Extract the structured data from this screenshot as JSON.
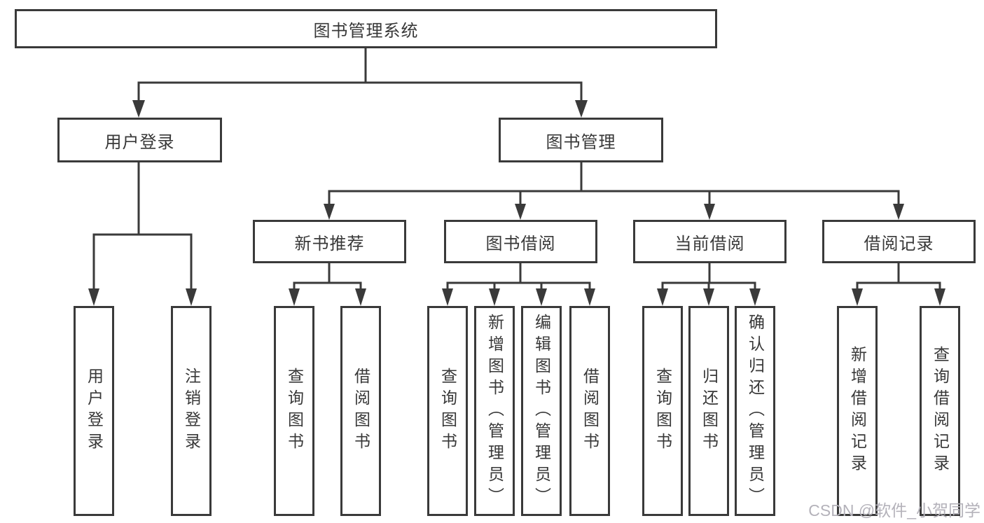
{
  "diagram": {
    "type": "hierarchy",
    "root": {
      "label": "图书管理系统"
    },
    "level2": [
      {
        "label": "用户登录"
      },
      {
        "label": "图书管理"
      }
    ],
    "level3": [
      {
        "label": "新书推荐",
        "parent": "图书管理"
      },
      {
        "label": "图书借阅",
        "parent": "图书管理"
      },
      {
        "label": "当前借阅",
        "parent": "图书管理"
      },
      {
        "label": "借阅记录",
        "parent": "图书管理"
      }
    ],
    "leaves": [
      {
        "label": "用户登录",
        "parent": "用户登录"
      },
      {
        "label": "注销登录",
        "parent": "用户登录"
      },
      {
        "label": "查询图书",
        "parent": "新书推荐"
      },
      {
        "label": "借阅图书",
        "parent": "新书推荐"
      },
      {
        "label": "查询图书",
        "parent": "图书借阅"
      },
      {
        "label": "新增图书（管理员）",
        "parent": "图书借阅"
      },
      {
        "label": "编辑图书（管理员）",
        "parent": "图书借阅"
      },
      {
        "label": "借阅图书",
        "parent": "图书借阅"
      },
      {
        "label": "查询图书",
        "parent": "当前借阅"
      },
      {
        "label": "归还图书",
        "parent": "当前借阅"
      },
      {
        "label": "确认归还（管理员）",
        "parent": "当前借阅"
      },
      {
        "label": "新增借阅记录",
        "parent": "借阅记录"
      },
      {
        "label": "查询借阅记录",
        "parent": "借阅记录"
      }
    ]
  },
  "watermark": {
    "text": "CSDN @软件_小贺同学",
    "color": "#b4b2ba"
  },
  "colors": {
    "line": "#3a3a3a",
    "box_border": "#3a3a3a",
    "box_background": "#ffffff",
    "text": "#383838",
    "page_background": "#ffffff"
  }
}
